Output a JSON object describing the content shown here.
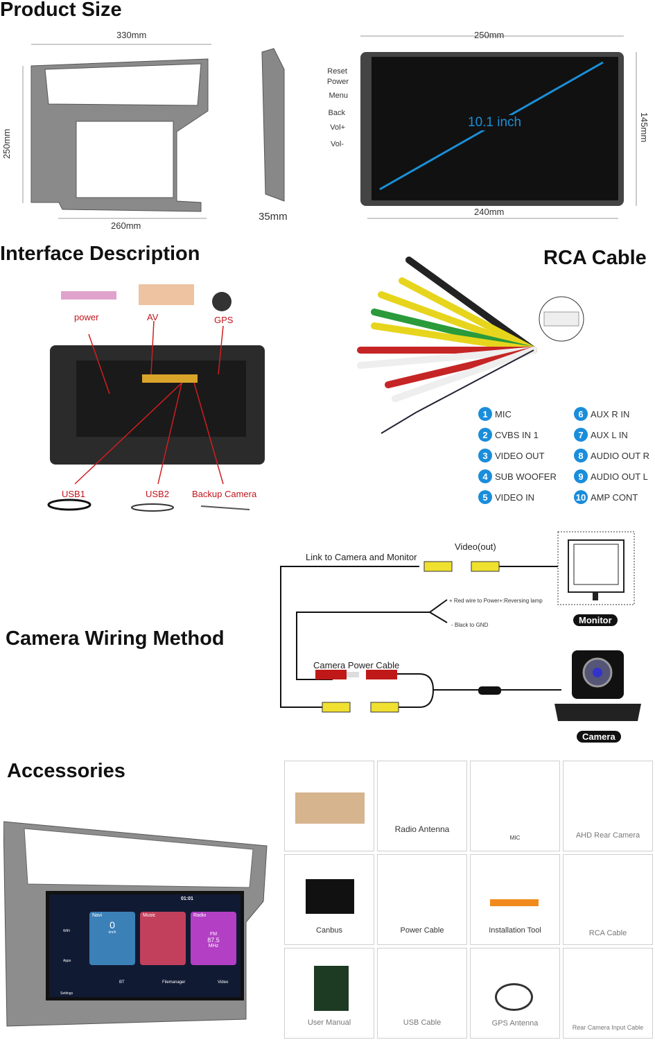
{
  "product_size": {
    "title": "Product Size",
    "frame_width": "330mm",
    "frame_height": "250mm",
    "frame_bottom": "260mm",
    "depth": "35mm",
    "screen_width": "250mm",
    "screen_height": "145mm",
    "screen_bottom": "240mm",
    "diagonal": "10.1 inch",
    "buttons": [
      "Reset",
      "Power",
      "Menu",
      "Back",
      "Vol+",
      "Vol-"
    ]
  },
  "interface": {
    "title": "Interface Description",
    "labels": {
      "power": "power",
      "av": "AV",
      "gps": "GPS",
      "usb1": "USB1",
      "usb2": "USB2",
      "backup": "Backup Camera"
    }
  },
  "rca": {
    "title": "RCA Cable",
    "items": [
      {
        "n": "1",
        "label": "MIC"
      },
      {
        "n": "2",
        "label": "CVBS IN 1"
      },
      {
        "n": "3",
        "label": "VIDEO OUT"
      },
      {
        "n": "4",
        "label": "SUB WOOFER"
      },
      {
        "n": "5",
        "label": "VIDEO IN"
      },
      {
        "n": "6",
        "label": "AUX R IN"
      },
      {
        "n": "7",
        "label": "AUX L IN"
      },
      {
        "n": "8",
        "label": "AUDIO OUT R"
      },
      {
        "n": "9",
        "label": "AUDIO OUT L"
      },
      {
        "n": "10",
        "label": "AMP CONT"
      }
    ]
  },
  "camera": {
    "title": "Camera Wiring Method",
    "link": "Link to Camera and Monitor",
    "video_out": "Video(out)",
    "red_wire": "+ Red wire to Power+:Reversing lamp",
    "black_wire": "- Black to GND",
    "power_cable": "Camera Power Cable",
    "monitor": "Monitor",
    "camera": "Camera"
  },
  "accessories": {
    "title": "Accessories",
    "items": [
      "",
      "Radio Antenna",
      "MIC",
      "AHD Rear Camera",
      "Canbus",
      "Power Cable",
      "Installation Tool",
      "RCA Cable",
      "User Manual",
      "USB Cable",
      "GPS Antenna",
      "Rear Camera Input Cable"
    ],
    "screen": {
      "time": "01:01",
      "navi": "Navi",
      "speed": "0",
      "unit": "km/h",
      "music": "Music",
      "radio": "Radio",
      "band": "FM",
      "freq": "87.5",
      "mhz": "MHz",
      "wifi": "WiFi",
      "apps": "Apps",
      "settings": "Settings",
      "bt": "BT",
      "files": "Filemanager",
      "video": "Video"
    }
  }
}
